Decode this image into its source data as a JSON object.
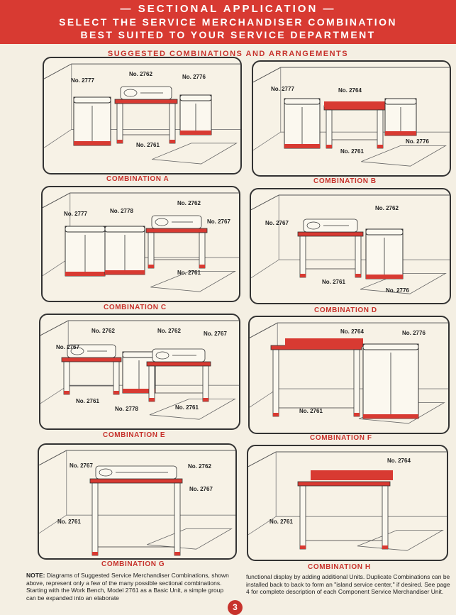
{
  "header": {
    "line1": "— SECTIONAL APPLICATION —",
    "line2": "SELECT THE SERVICE MERCHANDISER COMBINATION",
    "line3": "BEST SUITED TO YOUR SERVICE DEPARTMENT"
  },
  "subtitle": "SUGGESTED COMBINATIONS AND ARRANGEMENTS",
  "combinations": [
    {
      "caption": "COMBINATION A",
      "labels": [
        "No. 2777",
        "No. 2762",
        "No. 2776",
        "No. 2761"
      ]
    },
    {
      "caption": "COMBINATION B",
      "labels": [
        "No. 2777",
        "No. 2764",
        "No. 2761",
        "No. 2776"
      ]
    },
    {
      "caption": "COMBINATION C",
      "labels": [
        "No. 2777",
        "No. 2778",
        "No. 2762",
        "No. 2767",
        "No. 2761"
      ]
    },
    {
      "caption": "COMBINATION D",
      "labels": [
        "No. 2762",
        "No. 2767",
        "No. 2761",
        "No. 2776"
      ]
    },
    {
      "caption": "COMBINATION E",
      "labels": [
        "No. 2762",
        "No. 2762",
        "No. 2767",
        "No. 2767",
        "No. 2761",
        "No. 2778",
        "No. 2761"
      ]
    },
    {
      "caption": "COMBINATION F",
      "labels": [
        "No. 2764",
        "No. 2776",
        "No. 2761"
      ]
    },
    {
      "caption": "COMBINATION G",
      "labels": [
        "No. 2767",
        "No. 2762",
        "No. 2767",
        "No. 2761"
      ]
    },
    {
      "caption": "COMBINATION H",
      "labels": [
        "No. 2764",
        "No. 2761"
      ]
    }
  ],
  "note": {
    "label": "NOTE:",
    "left": "Diagrams of Suggested Service Merchandiser Combinations, shown above, represent only a few of the many possible sectional combinations. Starting with the Work Bench, Model 2761 as a Basic Unit, a simple group can be expanded into an elaborate",
    "right": "functional display by adding additional Units. Duplicate Combinations can be installed back to back to form an \"island service center,\" if desired. See page 4 for complete description of each Component Service Merchandiser Unit."
  },
  "page_number": "3",
  "colors": {
    "accent": "#d83a32",
    "ink": "#222222",
    "paper": "#f4efe3"
  }
}
